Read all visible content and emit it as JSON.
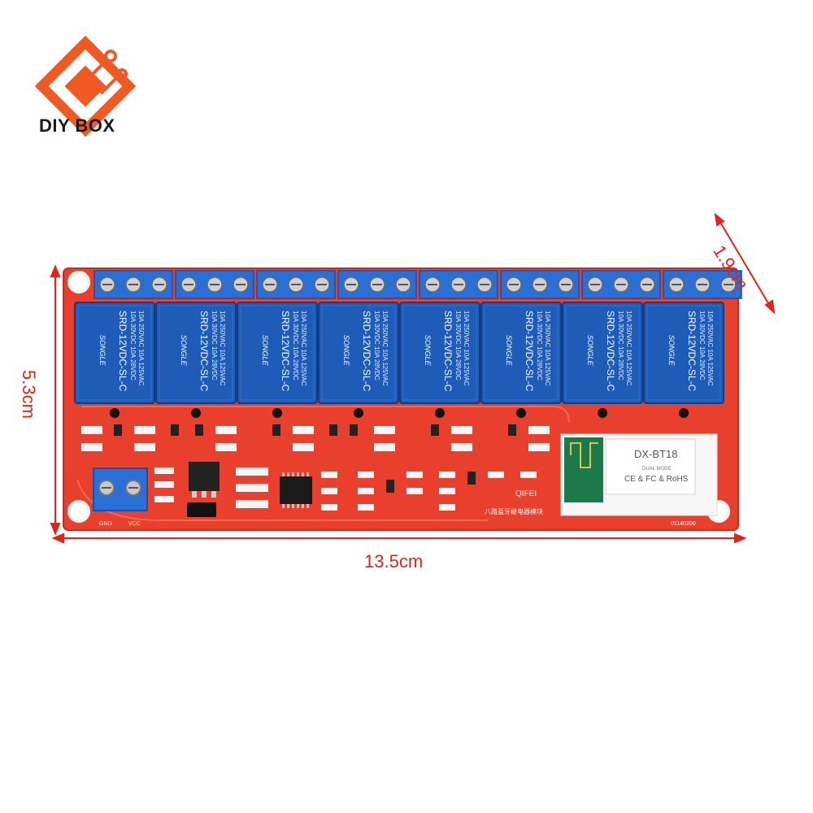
{
  "logo": {
    "text": "DIY BOX",
    "color": "#f05a22"
  },
  "dimensions": {
    "width": "13.5cm",
    "height": "5.3cm",
    "depth": "1.9cm",
    "color": "#e2231a"
  },
  "board": {
    "pcb_color": "#e8402d",
    "relay_color": "#1e5cb8",
    "terminal_color": "#2a6fd6",
    "relay_count": 8,
    "relay_labels": {
      "brand": "SONGLE",
      "rating1": "10A 250VAC 10A 125VAC",
      "rating2": "10A 30VDC 10A 28VDC",
      "model": "SRD-12VDC-SL-C"
    },
    "bt_module": {
      "model": "DX-BT18",
      "marks": "CE & FC & RoHS",
      "mode": "DUAL MODE"
    },
    "power_labels": {
      "gnd": "GND",
      "vcc": "VCC"
    },
    "brand_mark": "QIFEI",
    "board_title": "八路蓝牙继电器模块",
    "board_code": "01140200"
  }
}
